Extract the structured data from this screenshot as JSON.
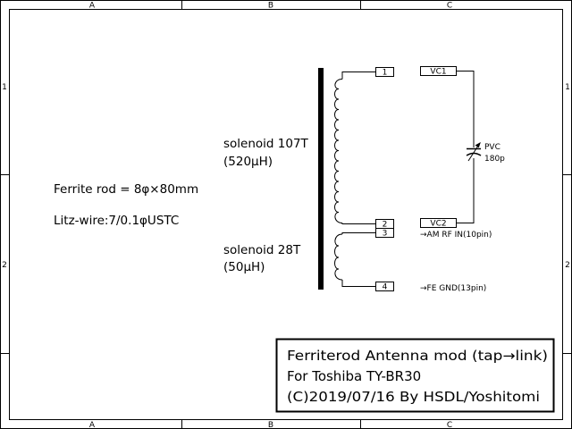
{
  "border": {
    "columns": [
      "A",
      "B",
      "C"
    ],
    "rows": [
      "1",
      "2"
    ]
  },
  "notes": {
    "ferrite_rod": "Ferrite rod = 8φ×80mm",
    "litz_wire": "Litz-wire:7/0.1φUSTC"
  },
  "coil_upper": {
    "label": "solenoid 107T",
    "value": "(520μH)"
  },
  "coil_lower": {
    "label": "solenoid 28T",
    "value": "(50μH)"
  },
  "pins": {
    "p1": "1",
    "p2": "2",
    "p3": "3",
    "p4": "4"
  },
  "connectors": {
    "vc1": "VC1",
    "vc2": "VC2"
  },
  "capacitor": {
    "type": "PVC",
    "value": "180p"
  },
  "connections": {
    "am_rf_in": "→AM RF IN(10pin)",
    "fe_gnd": "→FE GND(13pin)"
  },
  "title_block": {
    "line1": "Ferriterod Antenna mod (tap→link)",
    "line2": "For Toshiba TY-BR30",
    "line3": "(C)2019/07/16 By HSDL/Yoshitomi"
  }
}
